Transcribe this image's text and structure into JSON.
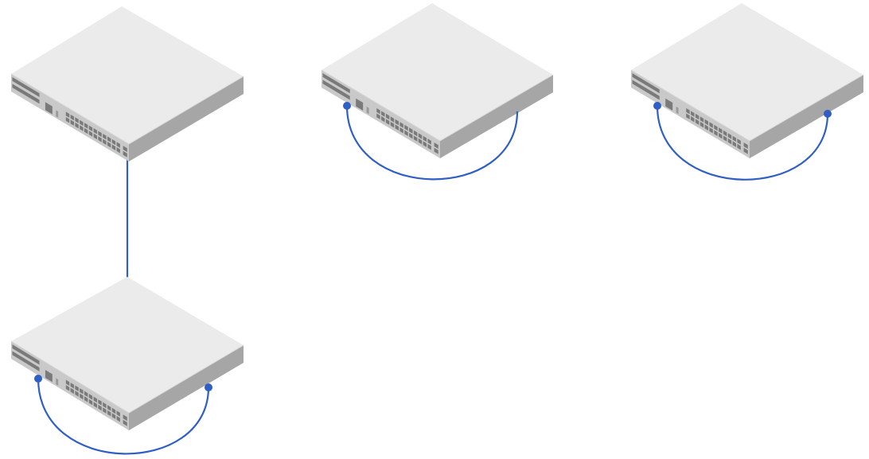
{
  "diagram": {
    "background": "#ffffff",
    "colors": {
      "top": "#ebebeb",
      "front": "#c9c9c9",
      "right": "#a6a6a6",
      "port_dark": "#7a7a7a",
      "port_light": "#9a9a9a",
      "cable": "#2f5fc4"
    },
    "devices": [
      {
        "id": "switch-1",
        "icon": "network-switch"
      },
      {
        "id": "switch-2",
        "icon": "network-switch"
      },
      {
        "id": "switch-3",
        "icon": "network-switch"
      },
      {
        "id": "switch-4",
        "icon": "network-switch"
      }
    ],
    "connections": [
      {
        "id": "uplink-1-4",
        "from": "switch-1",
        "to": "switch-4",
        "style": "straight"
      },
      {
        "id": "loop-2",
        "device": "switch-2",
        "style": "loop"
      },
      {
        "id": "loop-3",
        "device": "switch-3",
        "style": "loop"
      },
      {
        "id": "loop-4",
        "device": "switch-4",
        "style": "loop"
      }
    ]
  }
}
